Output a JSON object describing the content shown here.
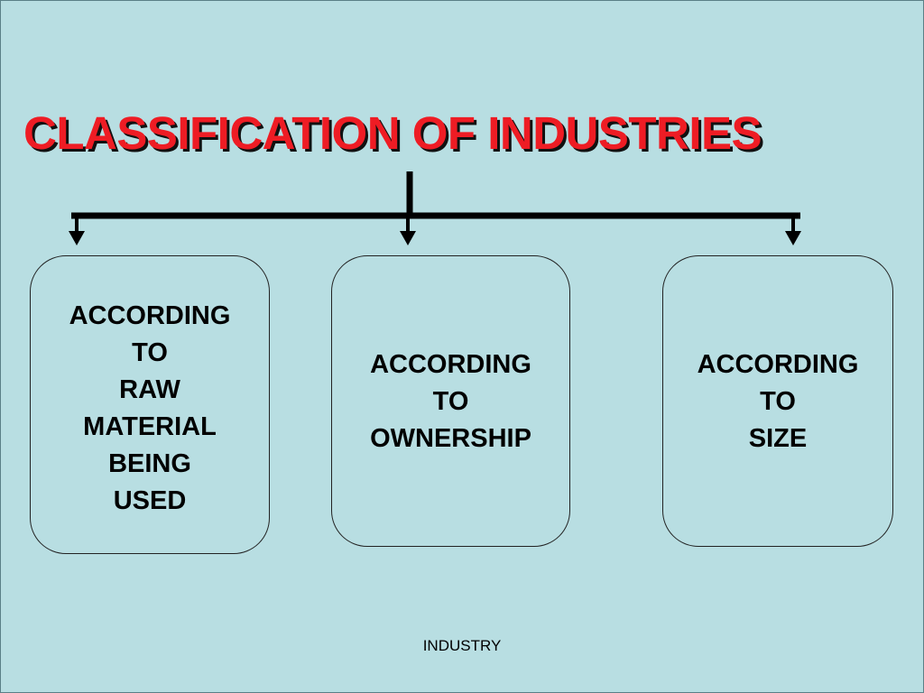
{
  "slide": {
    "title": "CLASSIFICATION OF INDUSTRIES",
    "footer": "INDUSTRY",
    "background_color": "#b8dee2",
    "title_color": "#ee1c24"
  },
  "diagram": {
    "root": "CLASSIFICATION OF INDUSTRIES",
    "branches": [
      {
        "id": "raw",
        "lines": [
          "ACCORDING",
          "TO",
          "RAW",
          "MATERIAL",
          "BEING",
          "USED"
        ]
      },
      {
        "id": "ownership",
        "lines": [
          "ACCORDING",
          "TO",
          "OWNERSHIP"
        ]
      },
      {
        "id": "size",
        "lines": [
          "ACCORDING",
          "TO",
          "SIZE"
        ]
      }
    ],
    "edges": [
      {
        "from": "title",
        "to": "raw"
      },
      {
        "from": "title",
        "to": "ownership"
      },
      {
        "from": "title",
        "to": "size"
      }
    ]
  }
}
